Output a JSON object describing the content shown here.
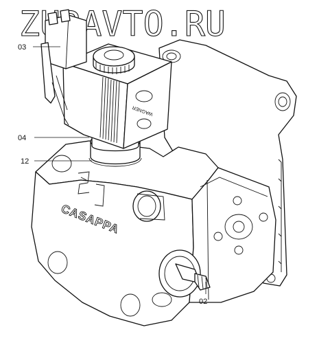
{
  "watermark": "ZURAVTO.RU",
  "brand": "CASAPPA",
  "coil_text": "WAGNER",
  "callouts": [
    {
      "id": "callout-03",
      "label": "03"
    },
    {
      "id": "callout-04",
      "label": "04"
    },
    {
      "id": "callout-12",
      "label": "12"
    },
    {
      "id": "callout-02",
      "label": "02"
    }
  ]
}
